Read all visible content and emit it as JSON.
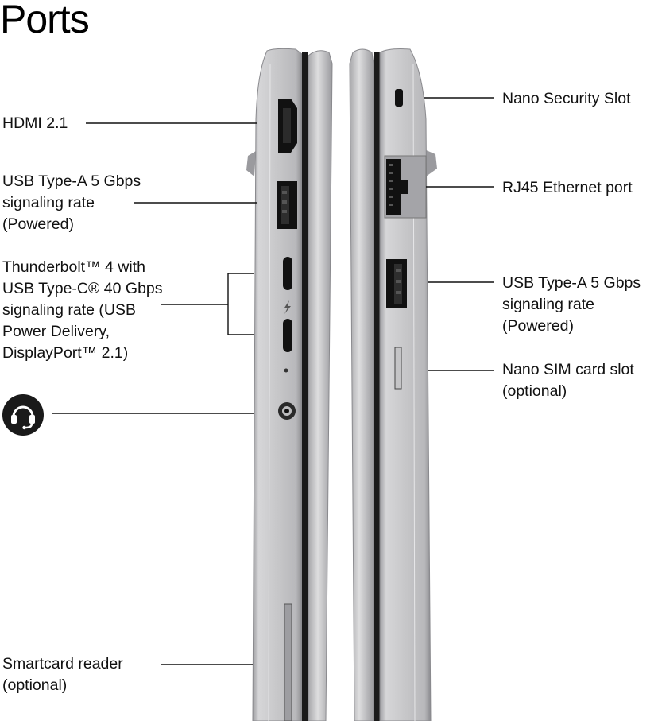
{
  "page": {
    "title": "Ports"
  },
  "left_side": {
    "labels": {
      "hdmi": "HDMI 2.1",
      "usb_a": "USB Type-A 5 Gbps\nsignaling rate\n(Powered)",
      "thunderbolt": "Thunderbolt™ 4 with\nUSB Type-C® 40 Gbps\nsignaling rate (USB\nPower Delivery,\nDisplayPort™ 2.1)",
      "smartcard": "Smartcard reader\n(optional)"
    },
    "icons": {
      "audio": "headset-icon"
    }
  },
  "right_side": {
    "labels": {
      "security": "Nano Security Slot",
      "rj45": "RJ45 Ethernet port",
      "usb_a": "USB Type-A 5 Gbps\nsignaling rate\n(Powered)",
      "sim": "Nano SIM card slot\n(optional)"
    }
  },
  "colors": {
    "chassis": "#c9c9cb",
    "chassis_dark": "#8f8f93",
    "port_black": "#111111"
  }
}
